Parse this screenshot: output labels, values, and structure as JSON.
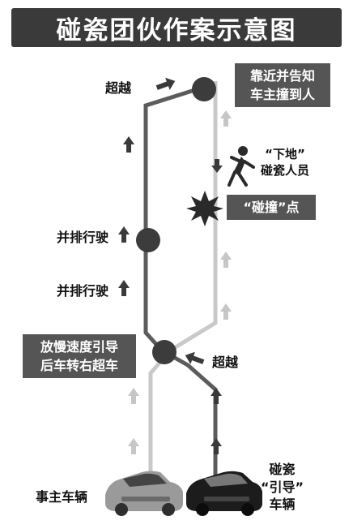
{
  "title": "碰瓷团伙作案示意图",
  "labels": {
    "chaoyue_top": "超越",
    "approach_box": [
      "靠近并告知",
      "车主撞到人"
    ],
    "xiadi": "“下地”",
    "pengci_person": "碰瓷人员",
    "pengzhuang_box": "“碰撞”点",
    "parallel_1": "并排行驶",
    "parallel_2": "并排行驶",
    "slow_box": [
      "放慢速度引导",
      "后车转右超车"
    ],
    "chaoyue_bottom": "超越",
    "victim_car": "事主车辆",
    "lead_car": [
      "碰瓷",
      "“引导”",
      "车辆"
    ]
  },
  "colors": {
    "title_bg": "#3a3a3a",
    "box_bg": "#555555",
    "dark_path": "#5c5c5c",
    "light_path": "#c9c9c9",
    "node": "#3c3c3c",
    "arrow_dark": "#3a3a3a",
    "arrow_light": "#c6c6c6"
  },
  "icons": [
    "arrow-up-icon",
    "arrow-right-icon",
    "arrow-down-icon",
    "arrow-left-icon",
    "person-falling-icon",
    "collision-burst-icon",
    "car-icon"
  ]
}
